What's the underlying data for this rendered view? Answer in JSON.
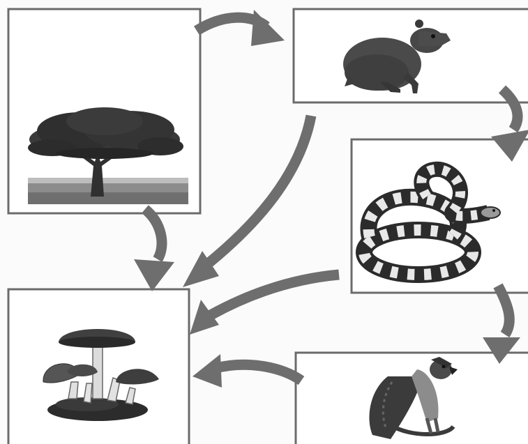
{
  "diagram": {
    "type": "food-web",
    "colors": {
      "background": "#fbfbfb",
      "box_border": "#6b6b6b",
      "arrow": "#6e6e6e"
    },
    "nodes": [
      {
        "id": "tree",
        "icon": "tree-icon"
      },
      {
        "id": "rodent",
        "icon": "rodent-icon"
      },
      {
        "id": "snake",
        "icon": "snake-icon"
      },
      {
        "id": "mushrooms",
        "icon": "mushroom-icon"
      },
      {
        "id": "eagle",
        "icon": "eagle-icon"
      }
    ],
    "edges": [
      {
        "from": "tree",
        "to": "rodent"
      },
      {
        "from": "rodent",
        "to": "snake"
      },
      {
        "from": "snake",
        "to": "eagle"
      },
      {
        "from": "tree",
        "to": "mushrooms"
      },
      {
        "from": "rodent",
        "to": "mushrooms"
      },
      {
        "from": "snake",
        "to": "mushrooms"
      },
      {
        "from": "eagle",
        "to": "mushrooms"
      }
    ]
  }
}
